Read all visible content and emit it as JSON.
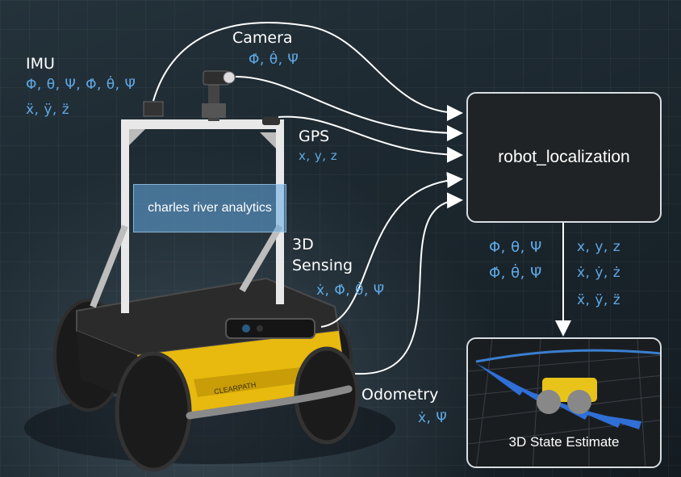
{
  "sensors": {
    "imu": {
      "label": "IMU",
      "line1": "Φ, θ, Ψ, Φ̇, θ̇, Ψ̇",
      "line2": "ẍ, ÿ, z̈"
    },
    "camera": {
      "label": "Camera",
      "vars": "Φ̇, θ̇, Ψ̇"
    },
    "gps": {
      "label": "GPS",
      "vars": "x, y, z"
    },
    "sensing3d": {
      "label_line1": "3D",
      "label_line2": "Sensing",
      "vars": "ẋ, Φ̇, θ̇, Ψ̇"
    },
    "odometry": {
      "label": "Odometry",
      "vars": "ẋ, Ψ̇"
    }
  },
  "robot": {
    "banner_text": "charles river analytics",
    "brand_text": "CLEARPATH"
  },
  "node": {
    "label": "robot_localization"
  },
  "outputs": {
    "orientation_line1": "Φ, θ, Ψ",
    "orientation_line2": "Φ̇, θ̇, Ψ̇",
    "position_line1": "x, y, z",
    "position_line2": "ẋ, ẏ, ż",
    "position_line3": "ẍ, ÿ, z̈"
  },
  "estimate": {
    "label": "3D State Estimate"
  },
  "colors": {
    "accent": "#5fa9e6",
    "wire": "#ffffff",
    "chassis_yellow": "#e8b90e"
  }
}
